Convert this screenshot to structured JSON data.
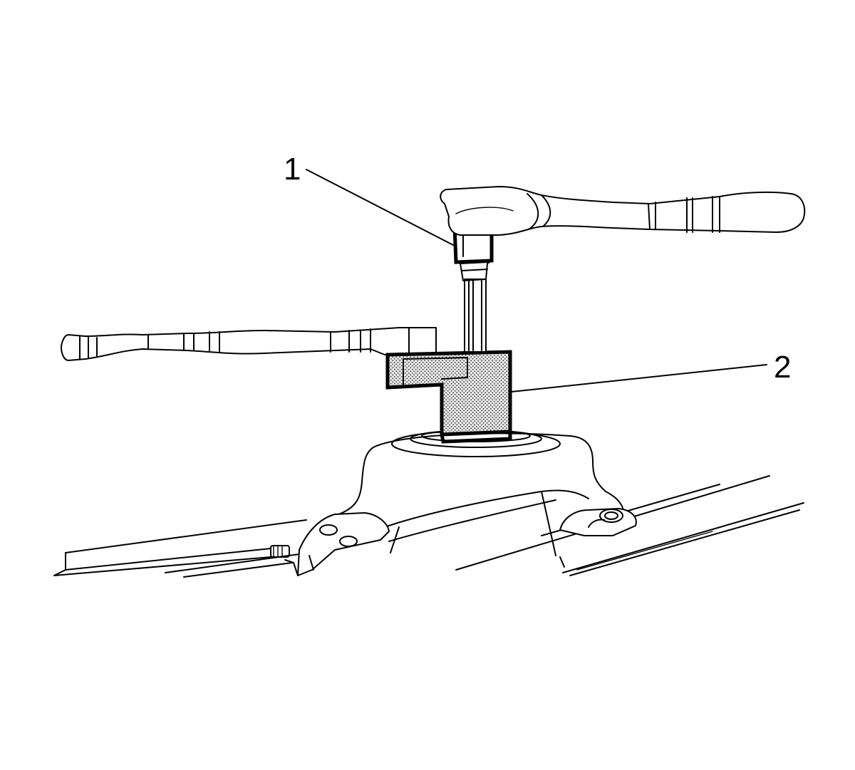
{
  "figure": {
    "callouts": [
      {
        "id": "1",
        "label": "1",
        "target": "socket"
      },
      {
        "id": "2",
        "label": "2",
        "target": "tool-block"
      }
    ],
    "colors": {
      "line": "#000000",
      "background": "#ffffff",
      "stipple": "#cfcfcf"
    },
    "icons": {
      "ratchet": "ratchet-wrench-icon",
      "extension-handle": "extension-handle-icon",
      "tool-block": "special-tool-block-icon",
      "strut-mount": "strut-mount-icon"
    }
  }
}
